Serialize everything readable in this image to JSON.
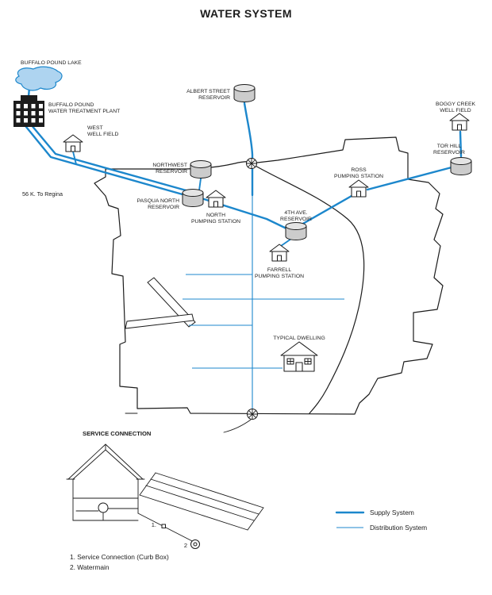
{
  "title": "WATER SYSTEM",
  "facilities": {
    "buffalo_pound_lake": {
      "label": "BUFFALO POUND LAKE"
    },
    "treatment_plant": {
      "line1": "BUFFALO POUND",
      "line2": "WATER TREATMENT PLANT"
    },
    "west_well_field": {
      "line1": "WEST",
      "line2": "WELL FIELD"
    },
    "albert_street_reservoir": {
      "line1": "ALBERT STREET",
      "line2": "RESERVOIR"
    },
    "boggy_creek_well_field": {
      "line1": "BOGGY CREEK",
      "line2": "WELL FIELD"
    },
    "tor_hill_reservoir": {
      "line1": "TOR HILL",
      "line2": "RESERVOIR"
    },
    "northwest_reservoir": {
      "line1": "NORTHWEST",
      "line2": "RESERVOIR"
    },
    "pasqua_north_reservoir": {
      "line1": "PASQUA NORTH",
      "line2": "RESERVOIR"
    },
    "north_pumping_station": {
      "line1": "NORTH",
      "line2": "PUMPING STATION"
    },
    "ross_pumping_station": {
      "line1": "ROSS",
      "line2": "PUMPING STATION"
    },
    "fourth_ave_reservoir": {
      "line1": "4TH AVE.",
      "line2": "RESERVOIR"
    },
    "farrell_pumping_station": {
      "line1": "FARRELL",
      "line2": "PUMPING STATION"
    },
    "typical_dwelling": {
      "label": "TYPICAL DWELLING"
    }
  },
  "annotations": {
    "to_regina": "56 K. To Regina",
    "service_connection_title": "SERVICE CONNECTION",
    "marker_1": "1.",
    "marker_2": "2"
  },
  "legend": {
    "supply_label": "Supply System",
    "distribution_label": "Distribution System"
  },
  "notes": [
    "1. Service Connection (Curb Box)",
    "2. Watermain"
  ],
  "colors": {
    "supply_blue": "#1c87cc",
    "lake_fill": "#aed4f0",
    "ink": "#1c1c1c",
    "tank_fill": "#cccccc"
  }
}
